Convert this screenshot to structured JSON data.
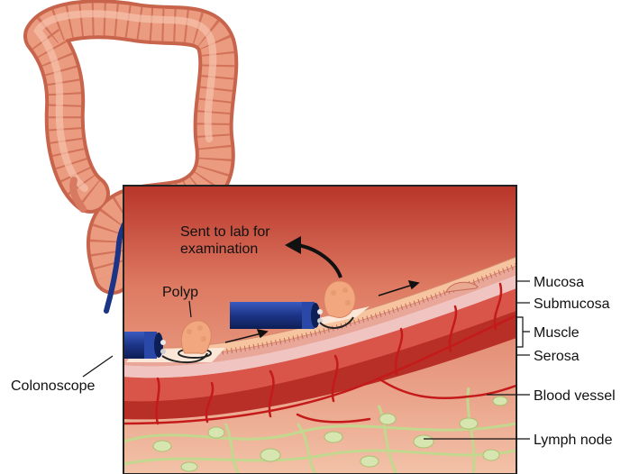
{
  "labels": {
    "sent_to_lab_line1": "Sent to lab for",
    "sent_to_lab_line2": "examination",
    "polyp": "Polyp",
    "colonoscope": "Colonoscope",
    "mucosa": "Mucosa",
    "submucosa": "Submucosa",
    "muscle": "Muscle",
    "serosa": "Serosa",
    "blood_vessel": "Blood vessel",
    "lymph_node": "Lymph node"
  },
  "colors": {
    "colon": "#e8957a",
    "colon_shadow": "#c8644c",
    "tissue_top": "#c23a2c",
    "tissue_light": "#f0b8a0",
    "mucosa": "#f5c2a0",
    "muscle": "#d9554a",
    "scope": "#1f3b8f",
    "vessel": "#c41a1a",
    "lymph": "#c8dc9a"
  }
}
